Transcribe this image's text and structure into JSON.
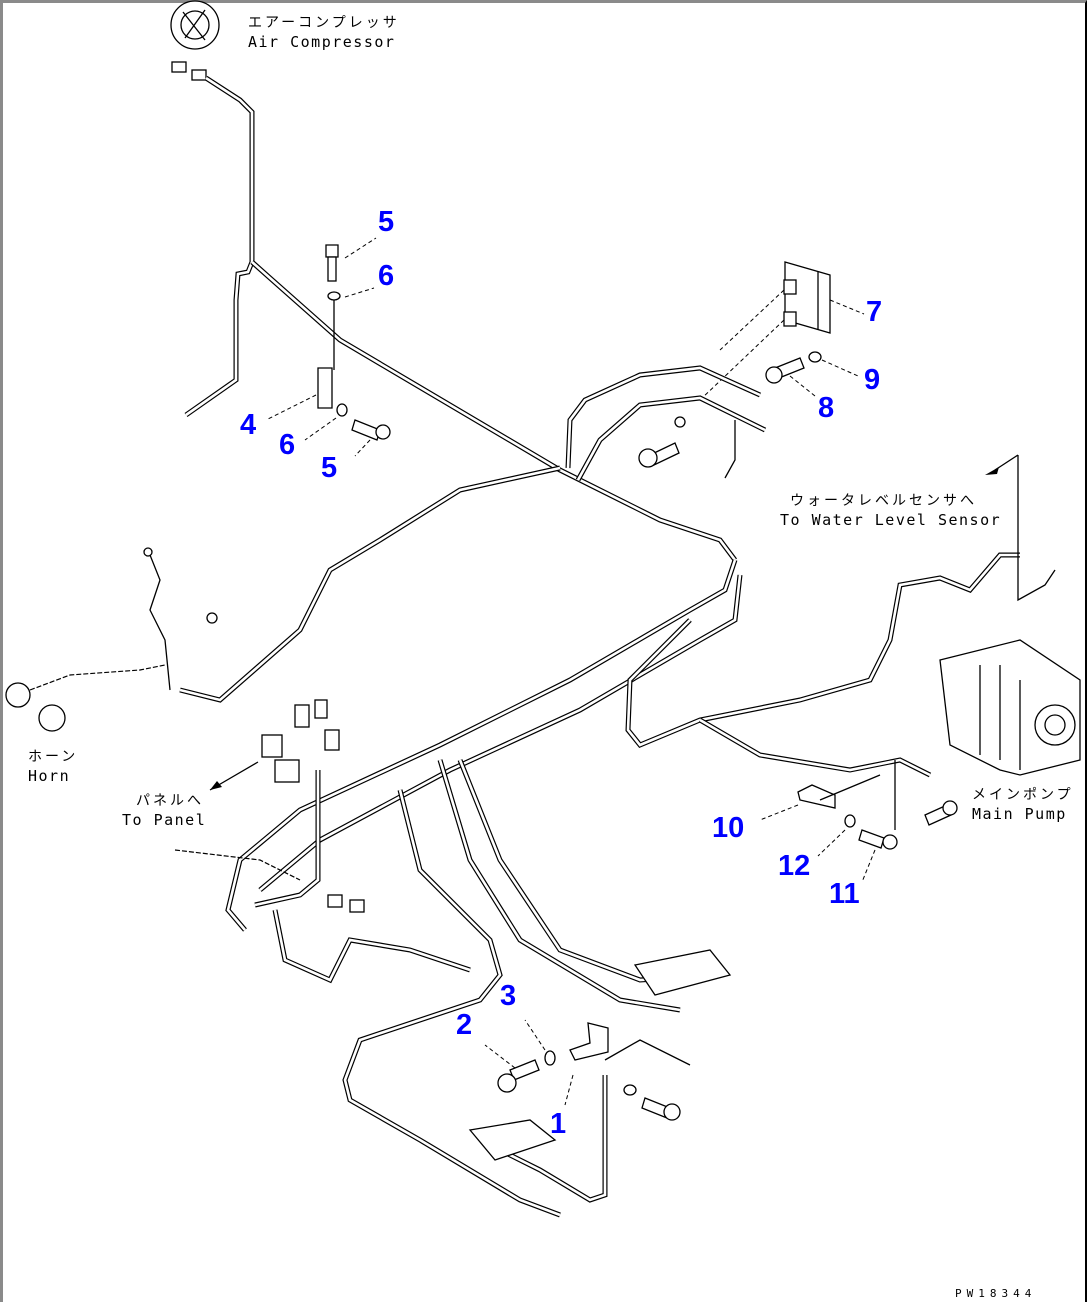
{
  "diagram": {
    "type": "parts-catalog-wiring-harness",
    "drawing_code": "PW18344",
    "callout_color": "#0000ff",
    "components": [
      {
        "id": "air-compressor",
        "label_jp": "エアーコンプレッサ",
        "label_en": "Air Compressor"
      },
      {
        "id": "water-level-sensor",
        "label_jp": "ウォータレベルセンサへ",
        "label_en": "To Water Level Sensor"
      },
      {
        "id": "horn",
        "label_jp": "ホーン",
        "label_en": "Horn"
      },
      {
        "id": "panel",
        "label_jp": "パネルへ",
        "label_en": "To Panel"
      },
      {
        "id": "main-pump",
        "label_jp": "メインポンプ",
        "label_en": "Main Pump"
      }
    ],
    "callouts": [
      {
        "id": "c5a",
        "text": "5"
      },
      {
        "id": "c6a",
        "text": "6"
      },
      {
        "id": "c4",
        "text": "4"
      },
      {
        "id": "c6b",
        "text": "6"
      },
      {
        "id": "c5b",
        "text": "5"
      },
      {
        "id": "c7",
        "text": "7"
      },
      {
        "id": "c9",
        "text": "9"
      },
      {
        "id": "c8",
        "text": "8"
      },
      {
        "id": "c10",
        "text": "10"
      },
      {
        "id": "c12",
        "text": "12"
      },
      {
        "id": "c11",
        "text": "11"
      },
      {
        "id": "c3",
        "text": "3"
      },
      {
        "id": "c2",
        "text": "2"
      },
      {
        "id": "c1",
        "text": "1"
      }
    ]
  }
}
